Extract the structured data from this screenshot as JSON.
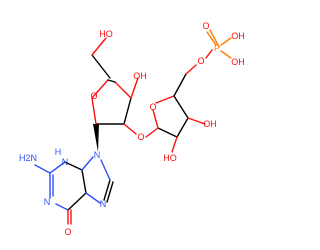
{
  "molecule": {
    "colors": {
      "carbon": "#000000",
      "nitrogen": "#3050f8",
      "oxygen": "#ff0d0d",
      "phosphorus": "#ff8000"
    },
    "atoms": {
      "amino": "H2N",
      "n_h": "N",
      "h_on_n": "H",
      "n1": "N",
      "n9": "N",
      "n7": "N",
      "carbonyl_o": "O",
      "ring_o_ribose": "O",
      "ring_o_ribose2": "O",
      "hoch2": "HO",
      "oh_3p": "OH",
      "glycosidic_o": "O",
      "oh_a": "HO",
      "oh_b": "OH",
      "o_phosphate_ester": "O",
      "phosphorus": "P",
      "p_double_o": "O",
      "p_oh_1": "OH",
      "p_oh_2": "OH"
    }
  }
}
